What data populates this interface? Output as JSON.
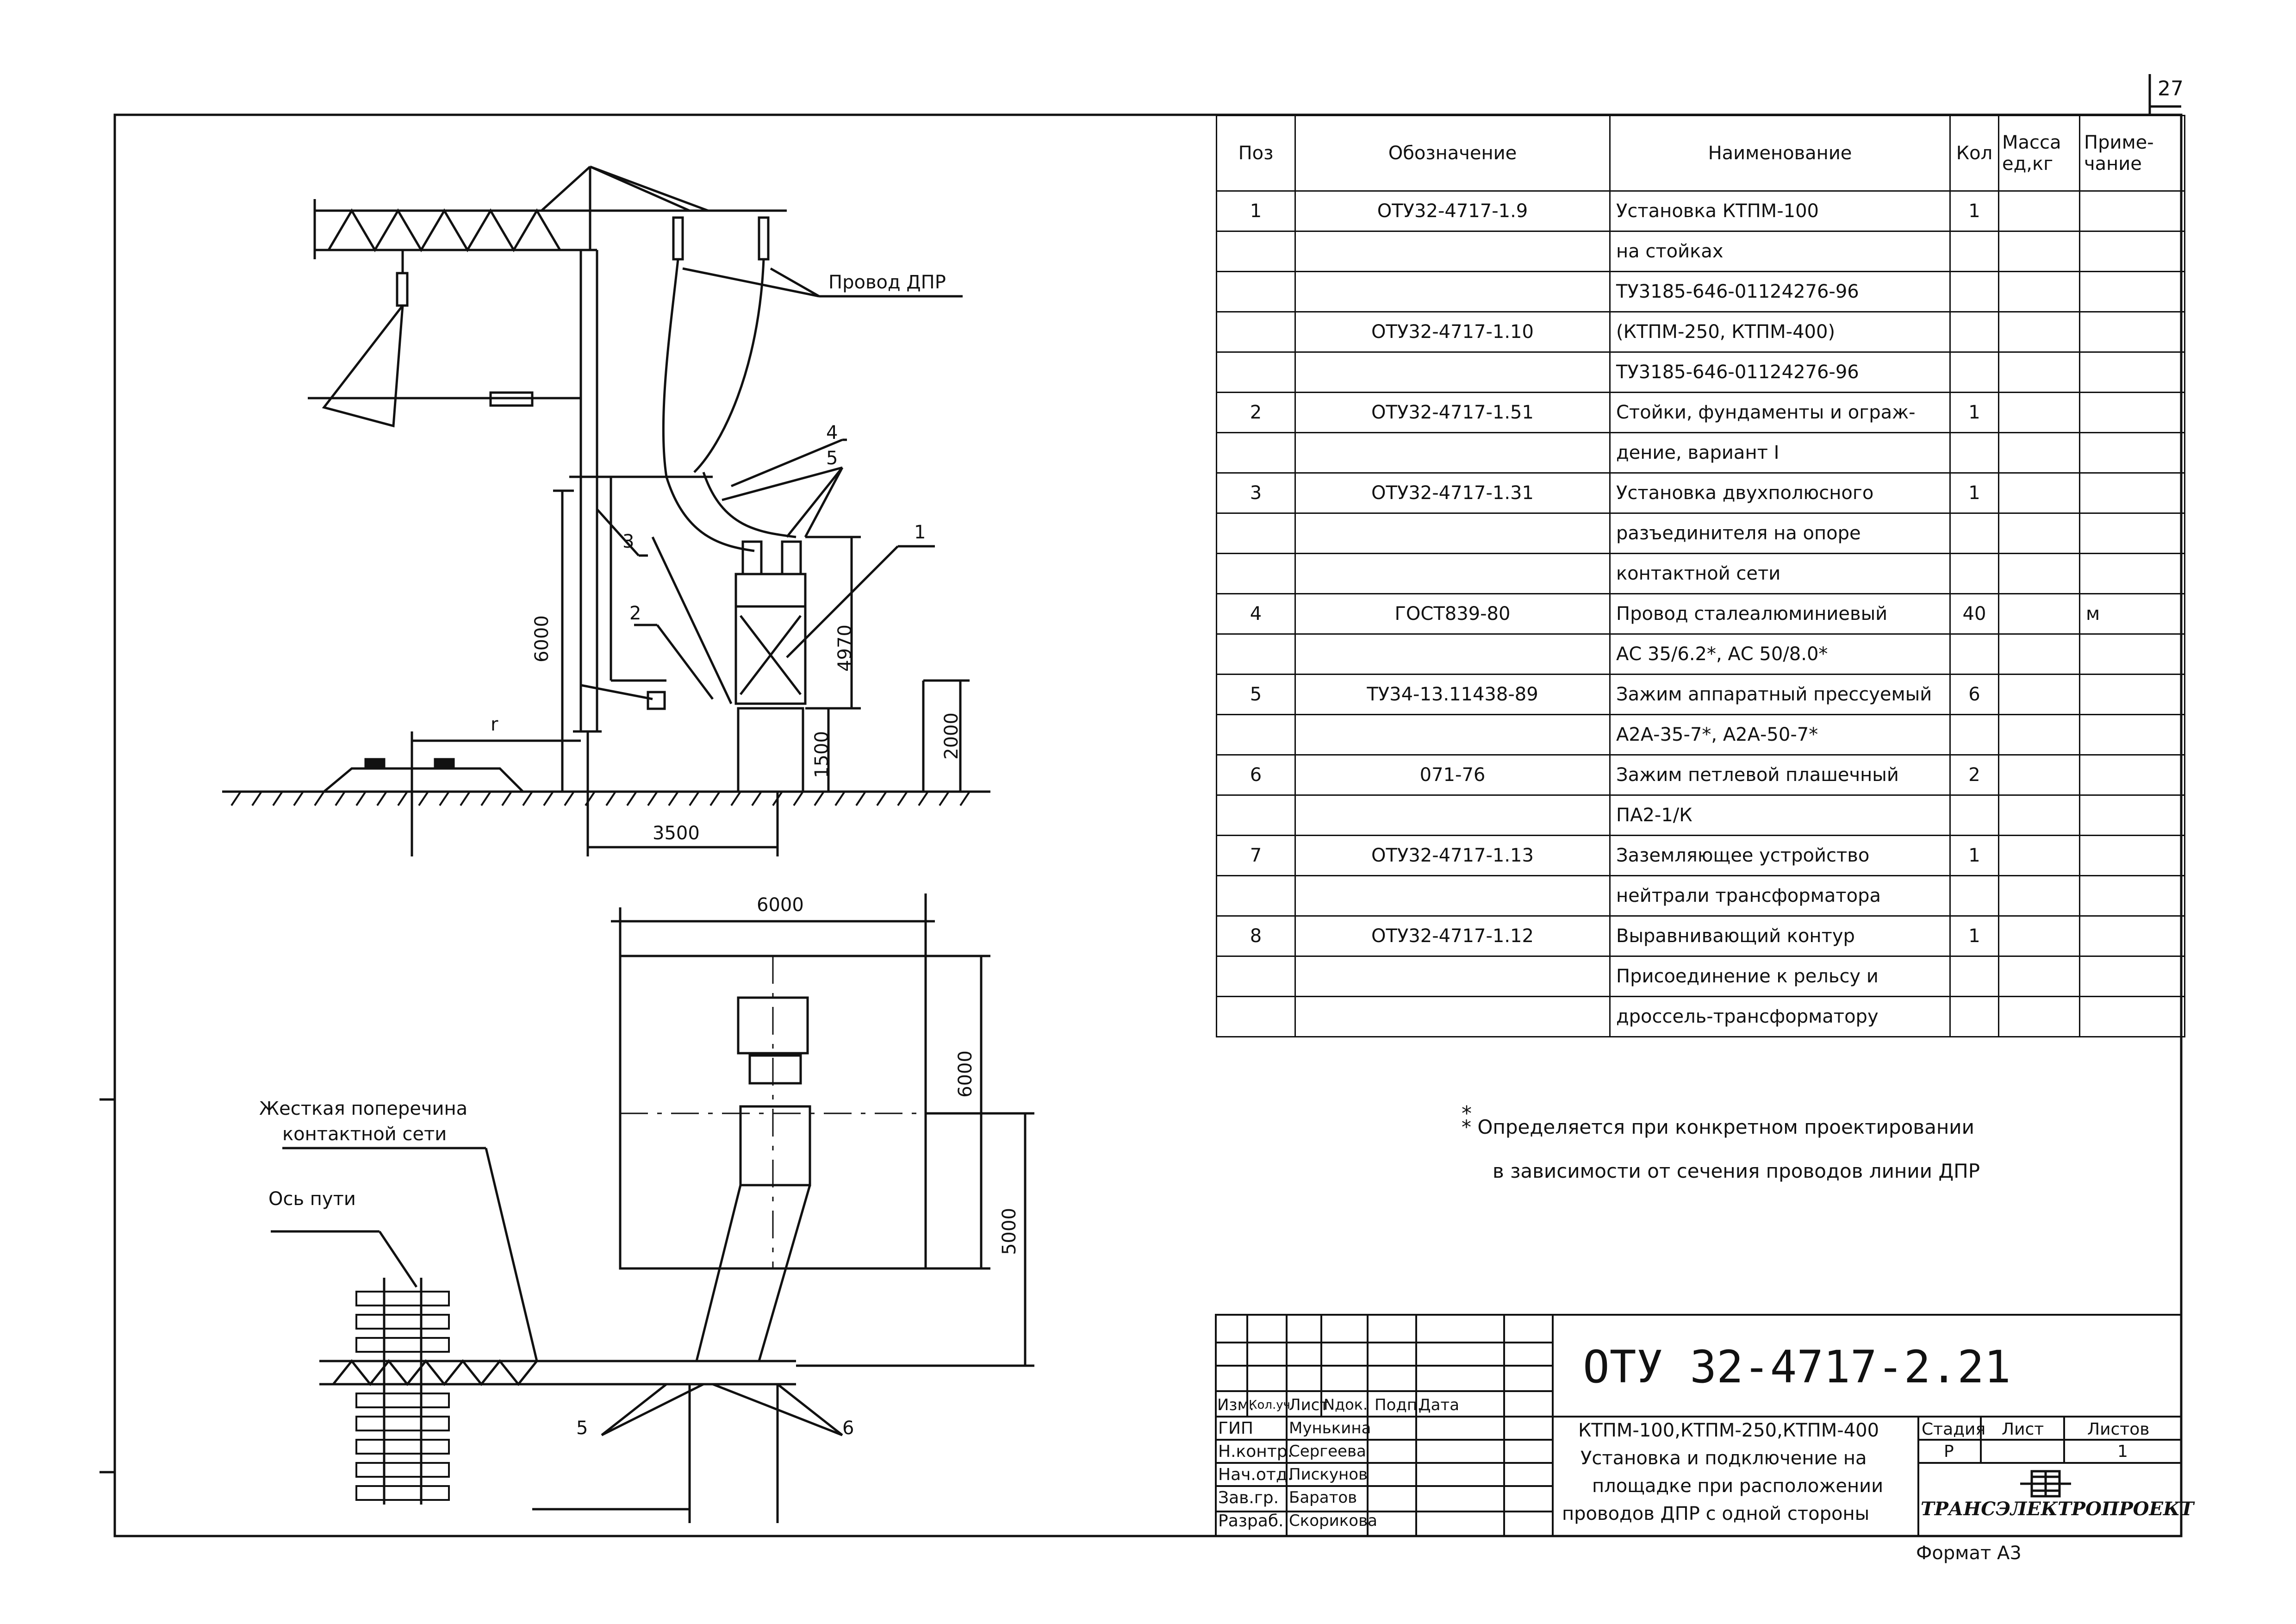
{
  "page_number": "27",
  "drawing_labels": {
    "wire_dpr": "Провод ДПР",
    "dim_6000_vertical": "6000",
    "dim_4970": "4970",
    "dim_2000": "2000",
    "dim_1500": "1500",
    "dim_3500": "3500",
    "dim_r": "r",
    "pos_1": "1",
    "pos_2": "2",
    "pos_3": "3",
    "pos_4": "4",
    "pos_5_top": "5",
    "plan_6000_top": "6000",
    "plan_6000_right": "6000",
    "plan_5000": "5000",
    "rigid_crossbar_l1": "Жесткая поперечина",
    "rigid_crossbar_l2": "контактной сети",
    "track_axis": "Ось пути",
    "pos_5_bottom": "5",
    "pos_6_bottom": "6"
  },
  "spec_table": {
    "headers": [
      "Поз",
      "Обозначение",
      "Наименование",
      "Кол",
      "Масса ед,кг",
      "Приме-чание"
    ],
    "rows": [
      [
        "1",
        "ОТУ32-4717-1.9",
        "Установка КТПМ-100",
        "1",
        "",
        ""
      ],
      [
        "",
        "",
        "на стойках",
        "",
        "",
        ""
      ],
      [
        "",
        "",
        "ТУ3185-646-01124276-96",
        "",
        "",
        ""
      ],
      [
        "",
        "ОТУ32-4717-1.10",
        "(КТПМ-250, КТПМ-400)",
        "",
        "",
        ""
      ],
      [
        "",
        "",
        "ТУ3185-646-01124276-96",
        "",
        "",
        ""
      ],
      [
        "2",
        "ОТУ32-4717-1.51",
        "Стойки, фундаменты и ограж-",
        "1",
        "",
        ""
      ],
      [
        "",
        "",
        "дение, вариант I",
        "",
        "",
        ""
      ],
      [
        "3",
        "ОТУ32-4717-1.31",
        "Установка двухполюсного",
        "1",
        "",
        ""
      ],
      [
        "",
        "",
        "разъединителя на опоре",
        "",
        "",
        ""
      ],
      [
        "",
        "",
        "контактной сети",
        "",
        "",
        ""
      ],
      [
        "4",
        "ГОСТ839-80",
        "Провод сталеалюминиевый",
        "40",
        "",
        "м"
      ],
      [
        "",
        "",
        "АС 35/6.2*, АС 50/8.0*",
        "",
        "",
        ""
      ],
      [
        "5",
        "ТУ34-13.11438-89",
        "Зажим аппаратный прессуемый",
        "6",
        "",
        ""
      ],
      [
        "",
        "",
        "А2А-35-7*, А2А-50-7*",
        "",
        "",
        ""
      ],
      [
        "6",
        "071-76",
        "Зажим петлевой плашечный",
        "2",
        "",
        ""
      ],
      [
        "",
        "",
        "ПА2-1/К",
        "",
        "",
        ""
      ],
      [
        "7",
        "ОТУ32-4717-1.13",
        "Заземляющее устройство",
        "1",
        "",
        ""
      ],
      [
        "",
        "",
        "нейтрали трансформатора",
        "",
        "",
        ""
      ],
      [
        "8",
        "ОТУ32-4717-1.12",
        "Выравнивающий контур",
        "1",
        "",
        ""
      ],
      [
        "",
        "",
        "Присоединение к рельсу и",
        "",
        "",
        ""
      ],
      [
        "",
        "",
        "дроссель-трансформатору",
        "",
        "",
        ""
      ]
    ]
  },
  "footnote": {
    "line1": "* Определяется при конкретном проектировании",
    "line2": "в зависимости от сечения проводов линии ДПР"
  },
  "title_block": {
    "doc_code": "ОТУ 32-4717-2.21",
    "col_headers": [
      "Изм.",
      "Кол.уч.",
      "Лист",
      "Nдок.",
      "Подп.",
      "Дата"
    ],
    "staff": [
      {
        "role": "ГИП",
        "name": "Мунькина"
      },
      {
        "role": "Н.контр.",
        "name": "Сергеева"
      },
      {
        "role": "Нач.отд.",
        "name": "Пискунов"
      },
      {
        "role": "Зав.гр.",
        "name": "Баратов"
      },
      {
        "role": "Разраб.",
        "name": "Скорикова"
      }
    ],
    "title_lines": [
      "КТПМ-100,КТПМ-250,КТПМ-400",
      "Установка и подключение на",
      "площадке при расположении",
      "проводов ДПР с одной стороны"
    ],
    "stage_label": "Стадия",
    "sheet_label": "Лист",
    "sheets_label": "Листов",
    "stage_value": "Р",
    "sheets_value": "1",
    "company": "ТРАНСЭЛЕКТРОПРОЕКТ",
    "format": "Формат А3"
  }
}
